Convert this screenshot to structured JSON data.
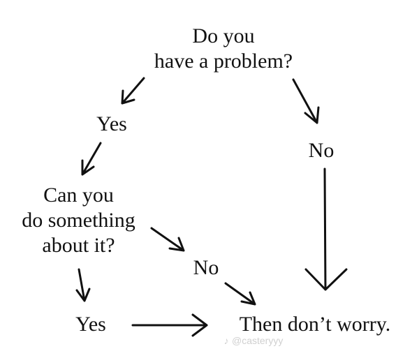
{
  "nodes": {
    "problem_question": {
      "line1": "Do you",
      "line2": "have a problem?"
    },
    "problem_yes": "Yes",
    "problem_no": "No",
    "action_question": {
      "line1": "Can you",
      "line2": "do something",
      "line3": "about it?"
    },
    "action_no": "No",
    "action_yes": "Yes",
    "result": "Then don’t worry."
  },
  "watermark": {
    "icon": "music-note-icon",
    "handle": "@casteryyy"
  },
  "colors": {
    "ink": "#111111",
    "background": "#ffffff",
    "watermark": "#d0d0d0"
  }
}
